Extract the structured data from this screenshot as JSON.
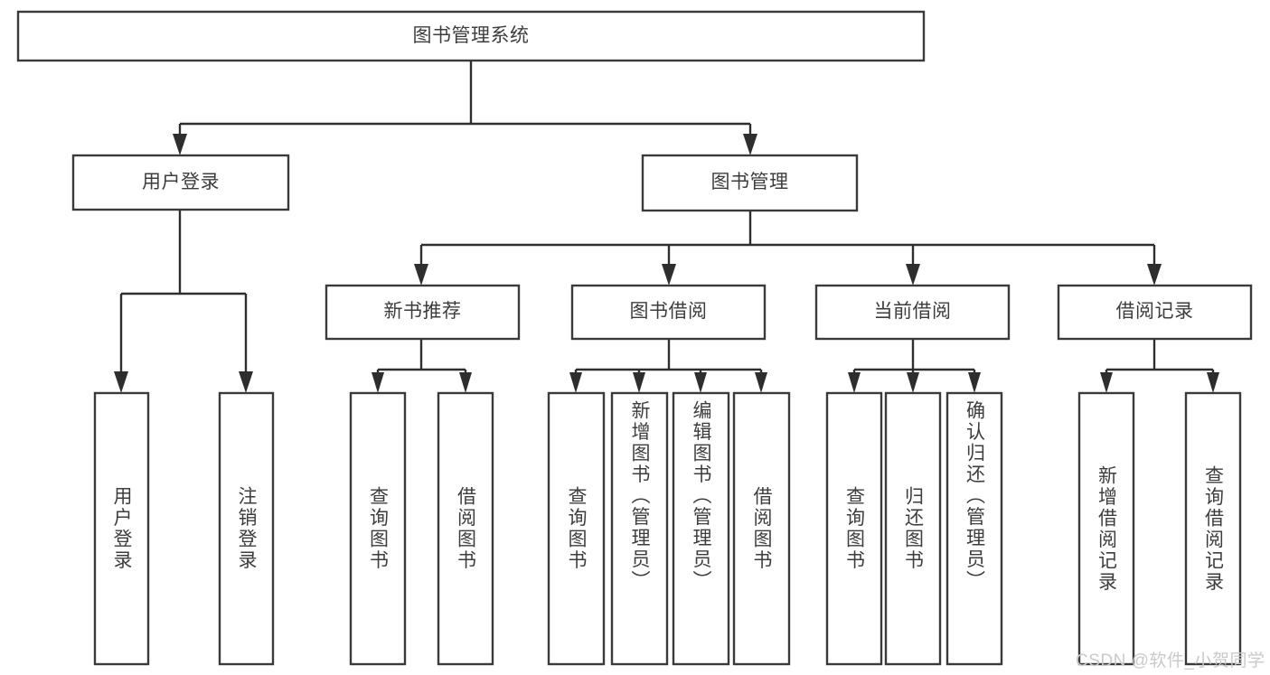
{
  "diagram": {
    "type": "tree-structure-chart",
    "title": "图书管理系统",
    "orientation": "top-down",
    "colors": {
      "box_stroke": "#3a3a3a",
      "box_fill": "#ffffff",
      "connector": "#2e2e2e",
      "text": "#3d3d3d",
      "background": "#ffffff",
      "watermark": "#c9c9c9"
    },
    "root": {
      "label": "图书管理系统",
      "orientation": "horizontal"
    },
    "level2": [
      {
        "label": "用户登录",
        "orientation": "horizontal"
      },
      {
        "label": "图书管理",
        "orientation": "horizontal"
      }
    ],
    "level3": [
      {
        "label": "新书推荐",
        "orientation": "horizontal"
      },
      {
        "label": "图书借阅",
        "orientation": "horizontal"
      },
      {
        "label": "当前借阅",
        "orientation": "horizontal"
      },
      {
        "label": "借阅记录",
        "orientation": "horizontal"
      }
    ],
    "leaves_user_login": [
      {
        "label": "用户登录",
        "orientation": "vertical"
      },
      {
        "label": "注销登录",
        "orientation": "vertical"
      }
    ],
    "leaves_new_book": [
      {
        "label": "查询图书",
        "orientation": "vertical"
      },
      {
        "label": "借阅图书",
        "orientation": "vertical"
      }
    ],
    "leaves_borrow": [
      {
        "label": "查询图书",
        "orientation": "vertical"
      },
      {
        "label": "新增图书（管理员）",
        "orientation": "vertical"
      },
      {
        "label": "编辑图书（管理员）",
        "orientation": "vertical"
      },
      {
        "label": "借阅图书",
        "orientation": "vertical"
      }
    ],
    "leaves_current": [
      {
        "label": "查询图书",
        "orientation": "vertical"
      },
      {
        "label": "归还图书",
        "orientation": "vertical"
      },
      {
        "label": "确认归还（管理员）",
        "orientation": "vertical"
      }
    ],
    "leaves_record": [
      {
        "label": "新增借阅记录",
        "orientation": "vertical"
      },
      {
        "label": "查询借阅记录",
        "orientation": "vertical"
      }
    ]
  },
  "watermark": {
    "text": "CSDN @软件_小贺同学"
  }
}
